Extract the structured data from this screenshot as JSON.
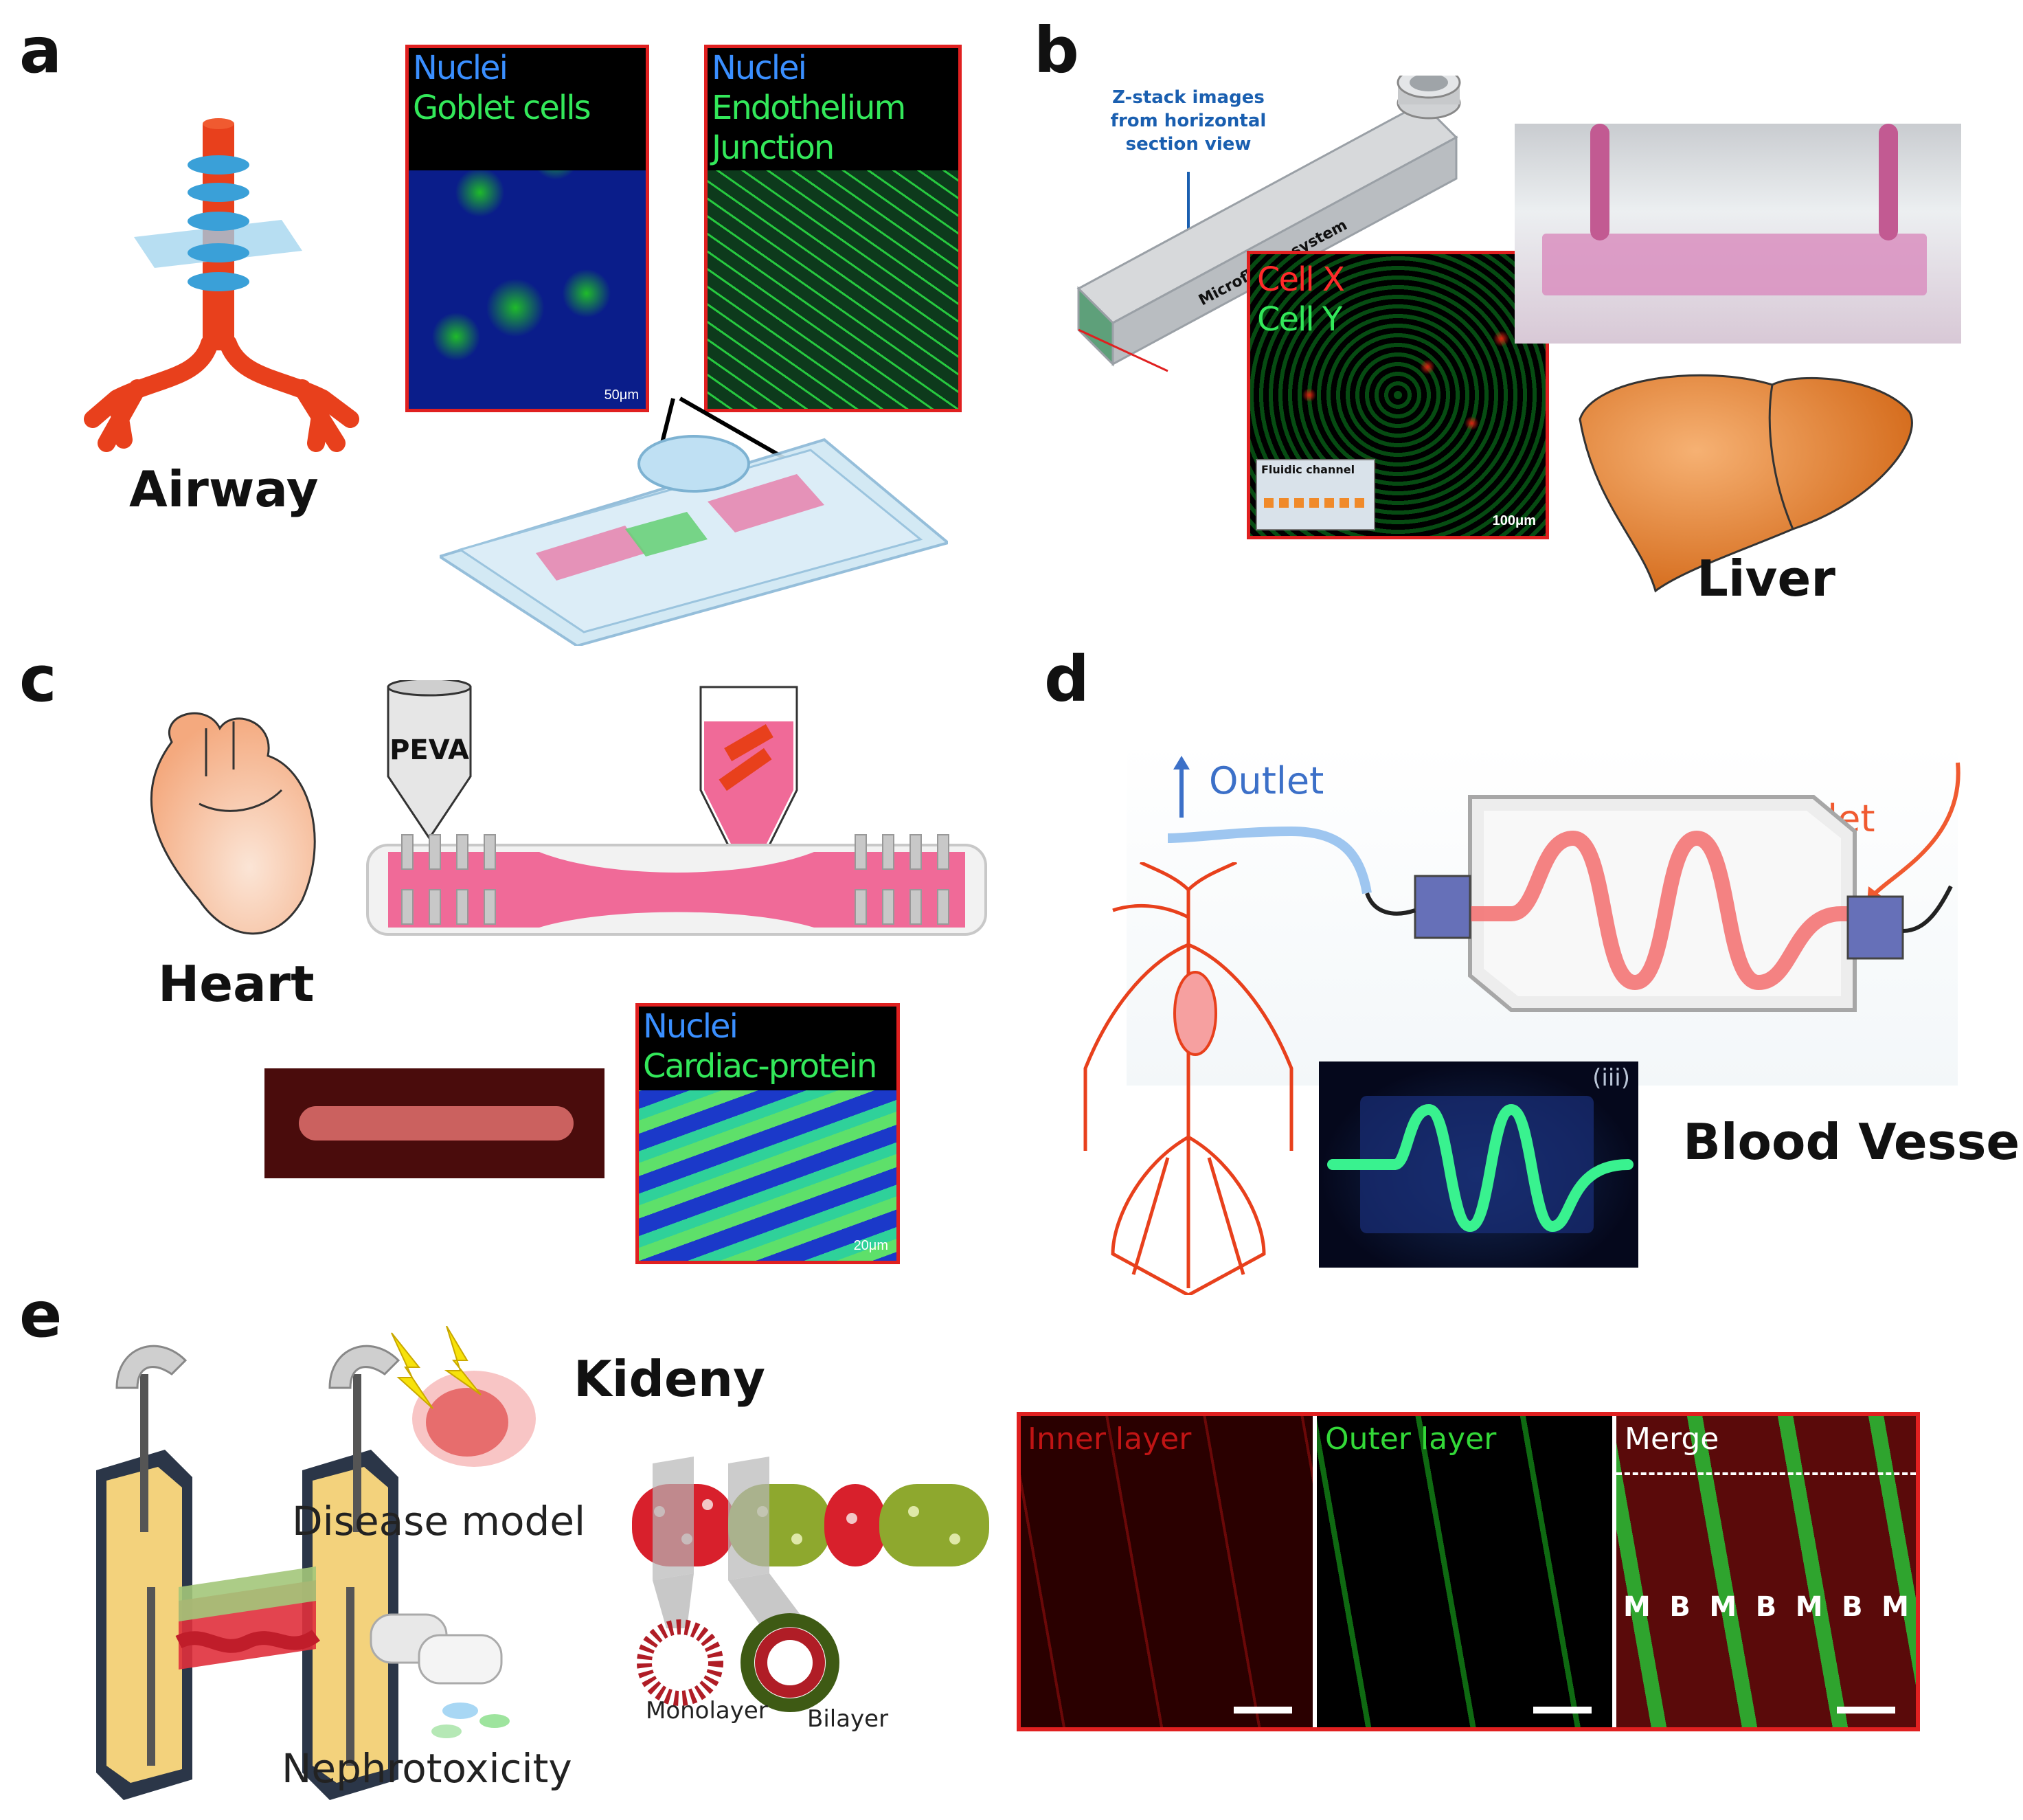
{
  "panels": {
    "a": {
      "letter": "a",
      "organ": "Airway",
      "micro1": {
        "line1": "Nuclei",
        "line2": "Goblet cells",
        "scale": "50μm"
      },
      "micro2": {
        "line1": "Nuclei",
        "line2": "Endothelium",
        "line3": "Junction"
      }
    },
    "b": {
      "letter": "b",
      "zstack": "Z-stack images from horizontal section view",
      "zstack_line1": "Z-stack images",
      "zstack_line2": "from horizontal",
      "zstack_line3": "section view",
      "channel_label": "Microfluidic system",
      "micro": {
        "line1": "Cell X",
        "line2": "Cell Y",
        "inset": "Fluidic channel",
        "scale": "100μm"
      },
      "organ": "Liver"
    },
    "c": {
      "letter": "c",
      "organ": "Heart",
      "syringe": "PEVA",
      "micro": {
        "line1": "Nuclei",
        "line2": "Cardiac-protein",
        "scale": "20μm"
      }
    },
    "d": {
      "letter": "d",
      "outlet": "Outlet",
      "inlet": "Inlet",
      "photo_tag": "(iii)",
      "organ": "Blood Vessel"
    },
    "e": {
      "letter": "e",
      "organ": "Kideny",
      "disease": "Disease model",
      "nephro": "Nephrotoxicity",
      "monolayer": "Monolayer",
      "bilayer": "Bilayer",
      "inner": "Inner layer",
      "outer": "Outer layer",
      "merge": "Merge",
      "mb": [
        "M",
        "B",
        "M",
        "B",
        "M",
        "B",
        "M"
      ]
    }
  },
  "colors": {
    "frame": "#e02020",
    "organ_red": "#e8401c",
    "liver": "#e07a2a"
  }
}
